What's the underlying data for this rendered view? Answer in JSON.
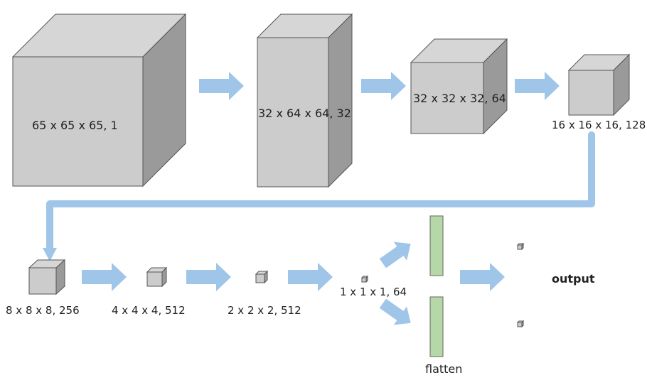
{
  "colors": {
    "cube_front": "#cccccc",
    "cube_top": "#d6d6d6",
    "cube_side": "#9a9a9a",
    "cube_stroke": "#555555",
    "arrow": "#9fc5e8",
    "flatten_fill": "#b6d7a8",
    "flatten_stroke": "#666666"
  },
  "layers": [
    {
      "label": "65 x 65 x 65, 1"
    },
    {
      "label": "32 x 64 x 64, 32"
    },
    {
      "label": "32 x 32 x 32, 64"
    },
    {
      "label": "16 x 16 x 16, 128"
    },
    {
      "label": "8 x 8 x 8, 256"
    },
    {
      "label": "4 x 4 x 4, 512"
    },
    {
      "label": "2 x 2 x 2, 512"
    },
    {
      "label": "1 x 1 x 1, 64"
    }
  ],
  "flatten_label": "flatten",
  "output_label": "output"
}
